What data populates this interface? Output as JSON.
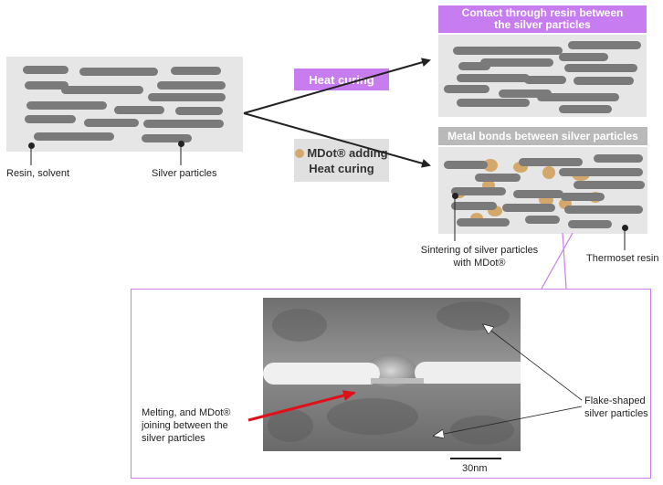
{
  "colors": {
    "panel_bg": "#e6e6e6",
    "particle": "#7a7a7a",
    "mdot": "#d4a86a",
    "heat_label_bg": "#c77df0",
    "bond_label_bg": "#b9b9b9",
    "mdot_label_bg": "#e0e0e0",
    "zoom_frame": "#c77df0",
    "arrow_red": "#e0101a"
  },
  "left_panel": {
    "label_resin": "Resin, solvent",
    "label_particles": "Silver particles"
  },
  "heat_curing_label": "Heat curing",
  "mdot_label": {
    "line1": "MDot® adding",
    "line2": "Heat curing"
  },
  "top_right": {
    "title_line1": "Contact through resin between",
    "title_line2": "the silver particles"
  },
  "bottom_right": {
    "title": "Metal bonds between silver particles",
    "label_sintering_line1": "Sintering of silver particles",
    "label_sintering_line2": "with MDot®",
    "label_thermoset": "Thermoset resin"
  },
  "micrograph": {
    "label_melting_line1": "Melting, and MDot®",
    "label_melting_line2": "joining between the",
    "label_melting_line3": "silver particles",
    "label_flake_line1": "Flake-shaped",
    "label_flake_line2": "silver particles",
    "scale_label": "30nm"
  }
}
